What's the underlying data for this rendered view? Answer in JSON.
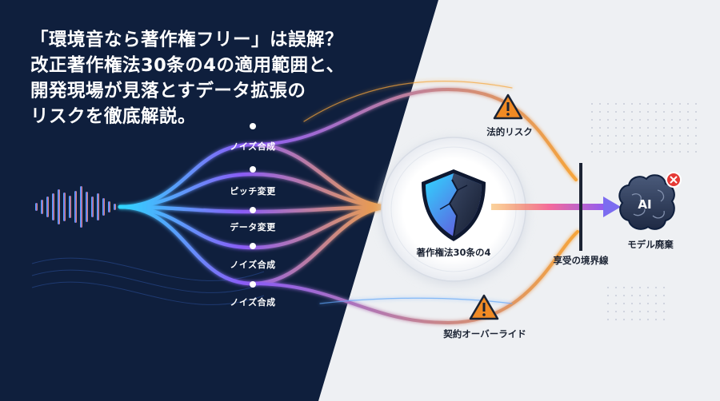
{
  "headline": {
    "lines": [
      "「環境音なら著作権フリー」は誤解？",
      "改正著作権法30条の4の適用範囲と、",
      "開発現場が見落とすデータ拡張の",
      "リスクを徹底解説。"
    ]
  },
  "branches": [
    {
      "label": "ノイズ合成"
    },
    {
      "label": "ピッチ変更"
    },
    {
      "label": "データ変更"
    },
    {
      "label": "ノイズ合成"
    },
    {
      "label": "ノイズ合成"
    }
  ],
  "shield_label": "著作権法30条の4",
  "risks": {
    "top": "法的リスク",
    "bottom": "契約オーバーライド"
  },
  "boundary_label": "享受の境界線",
  "ai": {
    "badge": "AI",
    "label": "モデル廃棄"
  },
  "icons": {
    "waveform": "sound-waveform-icon",
    "shield": "cracked-shield-icon",
    "warning": "warning-triangle-icon",
    "brain": "brain-icon",
    "reject": "close-x-icon"
  },
  "colors": {
    "dark_bg": "#0f1f3d",
    "light_bg": "#eef0f3",
    "cyan": "#2fd6ff",
    "purple": "#8b5cf6",
    "orange": "#f6a53b",
    "warning": "#f08a24",
    "reject": "#e53935"
  }
}
